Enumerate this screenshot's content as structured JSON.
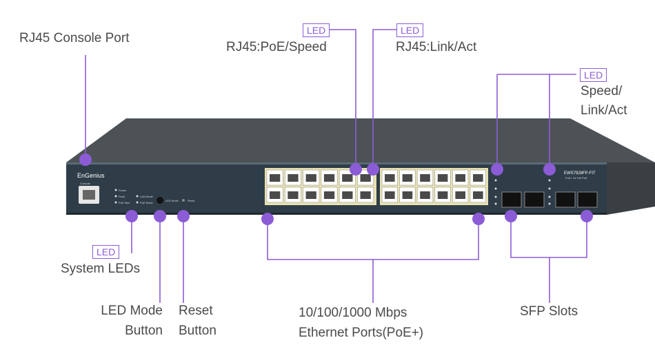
{
  "labels": {
    "console_port": "RJ45 Console Port",
    "poe_speed": "RJ45:PoE/Speed",
    "link_act": "RJ45:Link/Act",
    "sfp_led_line1": "Speed/",
    "sfp_led_line2": "Link/Act",
    "system_leds": "System LEDs",
    "led_mode_line1": "LED Mode",
    "led_mode_line2": "Button",
    "reset_line1": "Reset",
    "reset_line2": "Button",
    "ethernet_line1": "10/100/1000 Mbps",
    "ethernet_line2": "Ethernet Ports(PoE+)",
    "sfp_slots": "SFP Slots",
    "led_tag": "LED"
  },
  "device": {
    "brand": "EnGenius",
    "model": "EWS7928FP-FIT",
    "model_sub": "PoE+ 24 Full PoE",
    "console_label": "Console",
    "led_power": "Power",
    "led_fault": "Fault",
    "led_poe_max": "PoE Max",
    "led_lan_mode": "LAN Mode",
    "led_poe_mode": "PoE Mode",
    "led_mode_btn": "LED Mode",
    "reset_btn": "Reset"
  },
  "colors": {
    "accent": "#8b5cd6",
    "panel": "#2f3d48",
    "chassis_top": "#4d5256",
    "text": "#4a4a4a"
  }
}
